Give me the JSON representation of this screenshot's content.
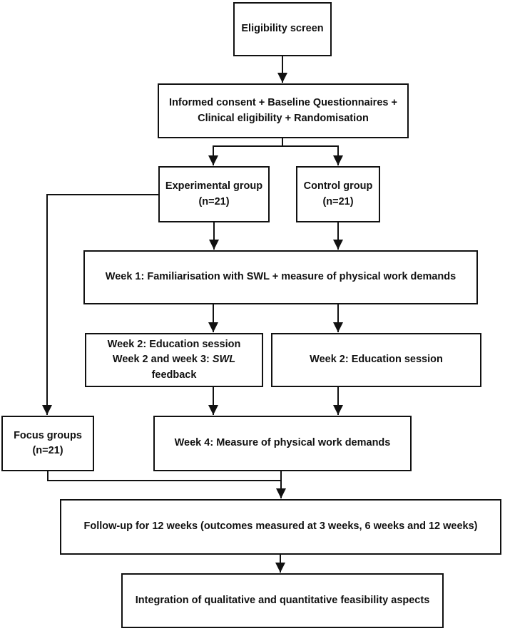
{
  "diagram": {
    "type": "flowchart",
    "colors": {
      "line": "#111111",
      "box_background": "#ffffff",
      "text": "#111111",
      "page_background": "#ffffff"
    },
    "boxes": {
      "eligibility": {
        "text": "Eligibility screen"
      },
      "consent": {
        "line1": "Informed consent + Baseline Questionnaires +",
        "line2": "Clinical eligibility + Randomisation"
      },
      "experimental": {
        "line1": "Experimental group",
        "line2": "(n=21)"
      },
      "control": {
        "line1": "Control group",
        "line2": "(n=21)"
      },
      "week1": {
        "text": "Week 1: Familiarisation with SWL + measure of physical work demands"
      },
      "week2_experimental": {
        "line1": "Week 2: Education session",
        "line2_pre": "Week 2 and week 3: ",
        "line2_italic": "SWL",
        "line2_post": " feedback"
      },
      "week2_control": {
        "text": "Week 2: Education session"
      },
      "focus_groups": {
        "line1": "Focus groups",
        "line2": "(n=21)"
      },
      "week4": {
        "text": "Week 4: Measure of physical work demands"
      },
      "followup": {
        "text": "Follow-up for 12 weeks (outcomes measured at 3 weeks, 6 weeks and 12 weeks)"
      },
      "integration": {
        "text": "Integration of qualitative and quantitative feasibility aspects"
      }
    }
  }
}
